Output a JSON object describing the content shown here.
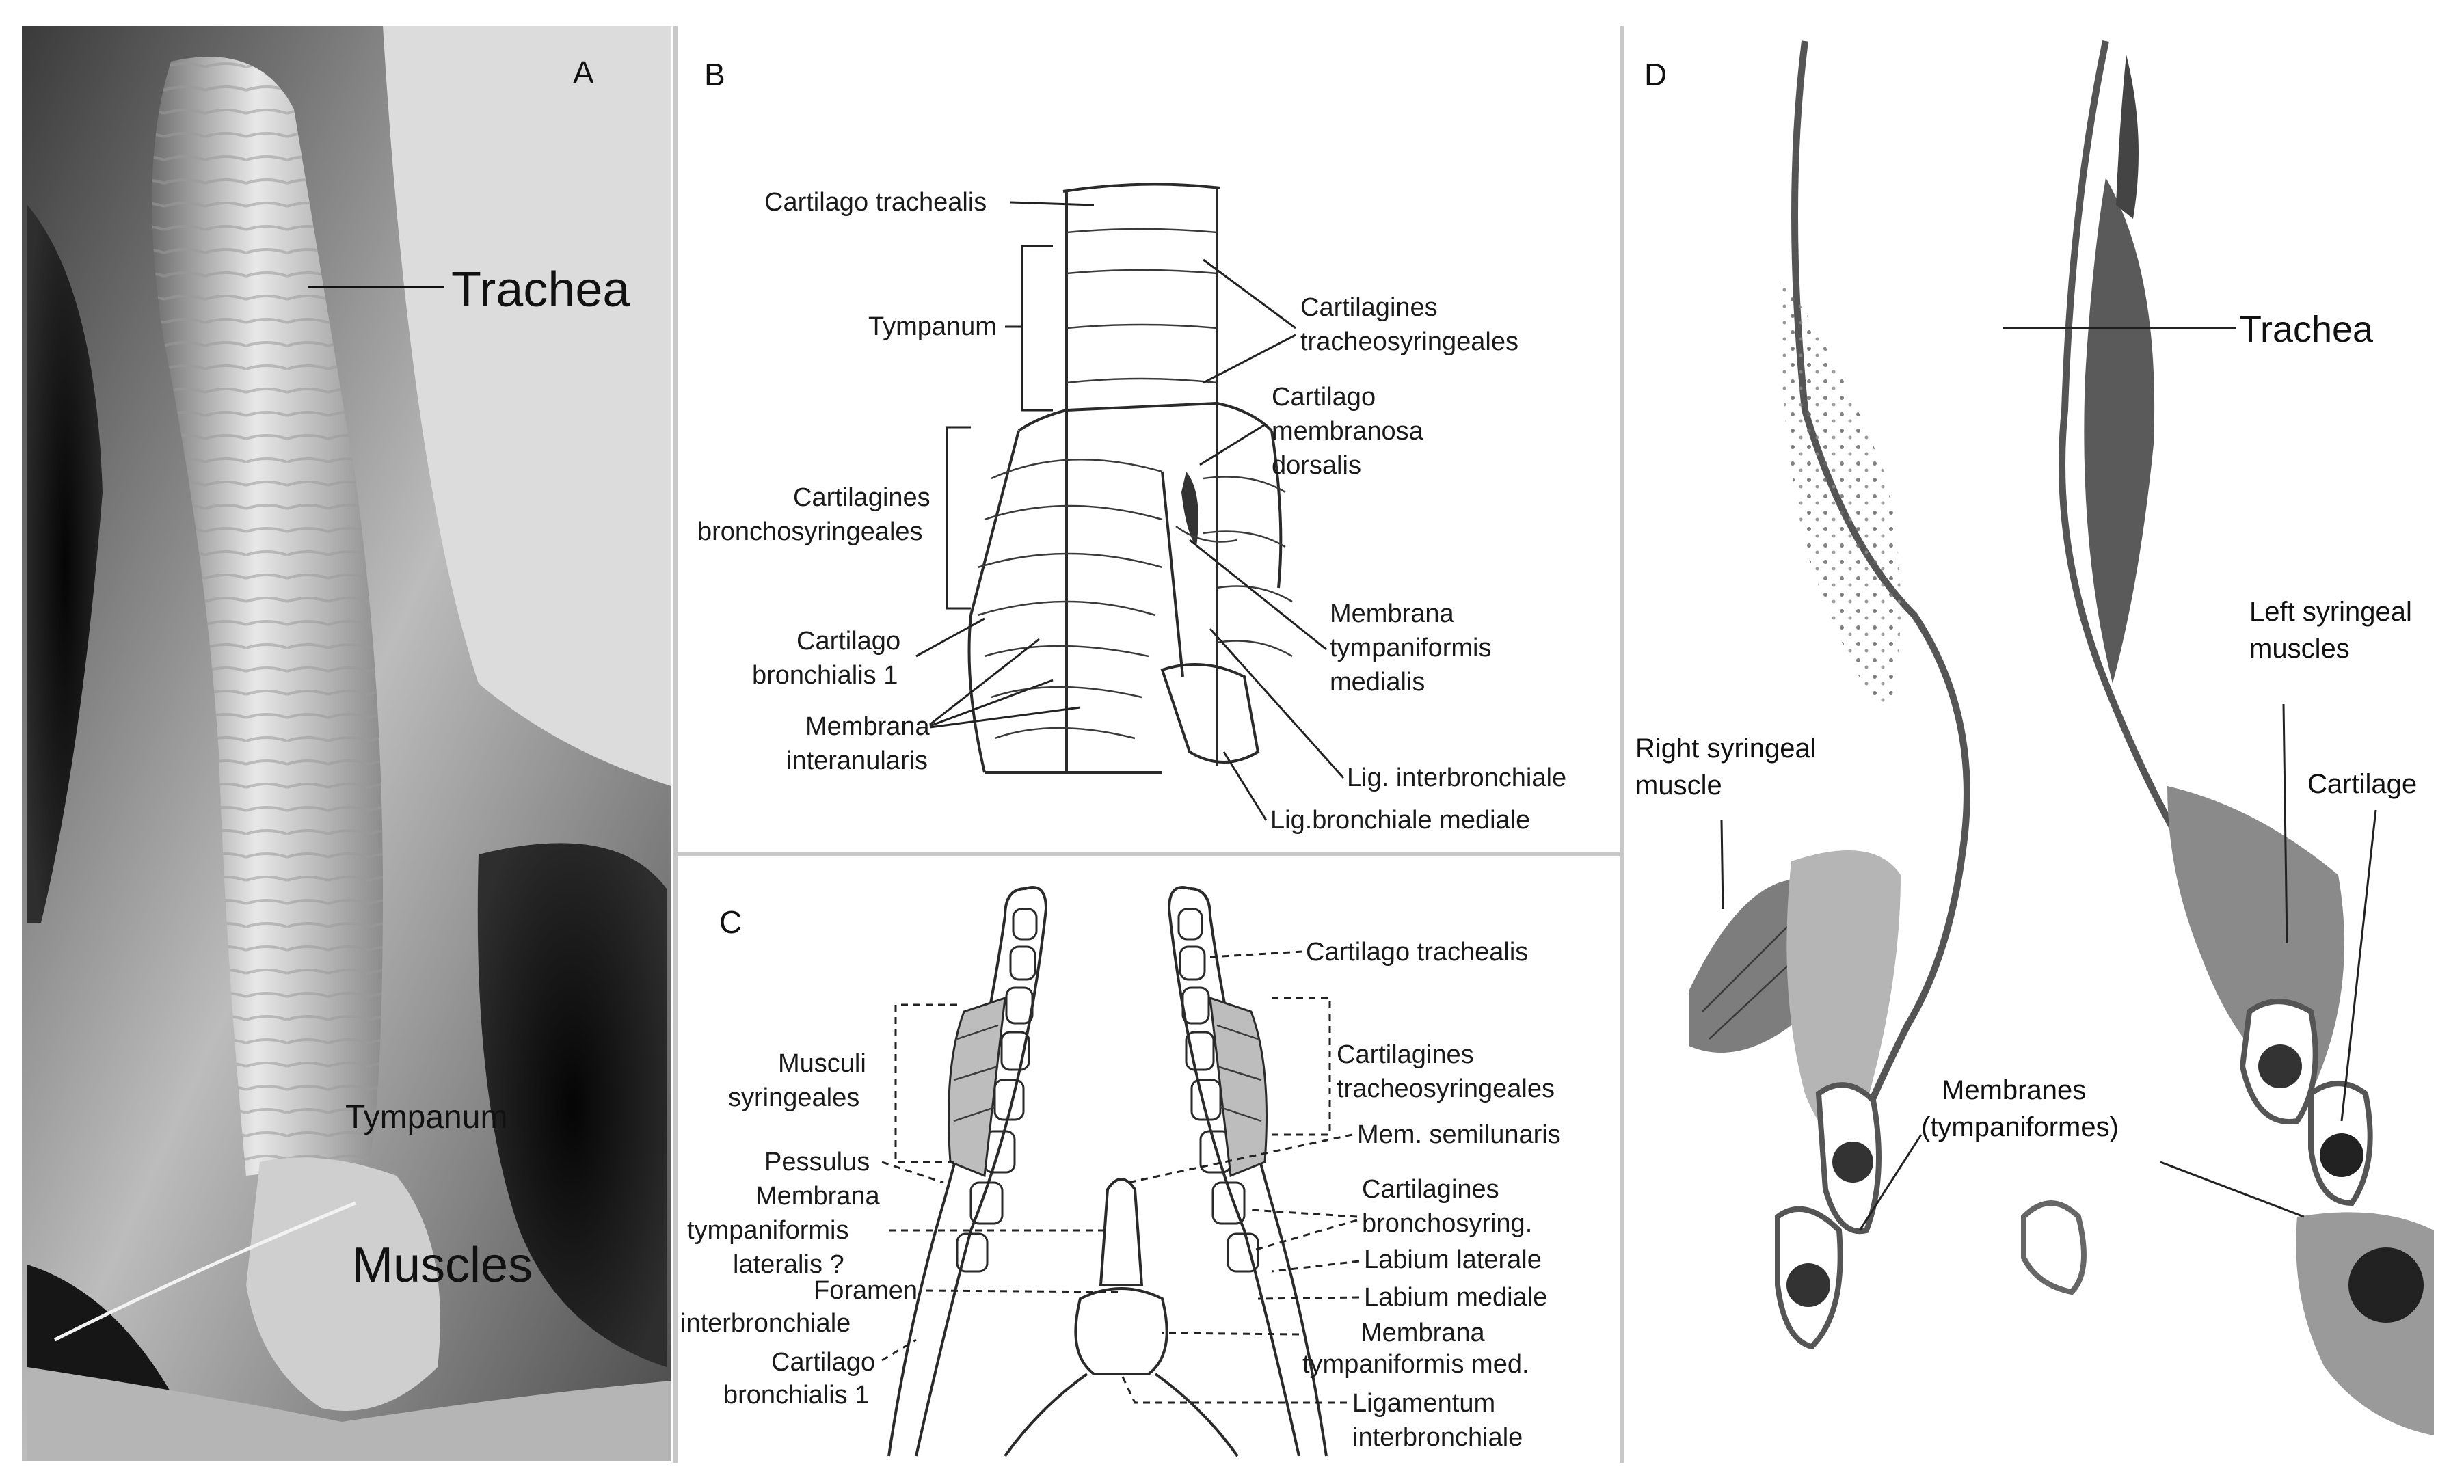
{
  "panels": {
    "a": {
      "letter": "A",
      "labels": {
        "trachea": "Trachea",
        "tympanum": "Tympanum",
        "muscles": "Muscles"
      }
    },
    "b": {
      "letter": "B",
      "labels": {
        "cartilago_trachealis": "Cartilago trachealis",
        "tympanum": "Tympanum",
        "cartilagines_tracheo_1": "Cartilagines",
        "cartilagines_tracheo_2": "tracheosyringeales",
        "cartilago_membranosa_1": "Cartilago",
        "cartilago_membranosa_2": "membranosa",
        "cartilago_membranosa_3": "dorsalis",
        "cartilagines_broncho_1": "Cartilagines",
        "cartilagines_broncho_2": "bronchosyringeales",
        "cartilago_bronchialis_1": "Cartilago",
        "cartilago_bronchialis_2": "bronchialis 1",
        "membrana_tymp_medialis_1": "Membrana",
        "membrana_tymp_medialis_2": "tympaniformis",
        "membrana_tymp_medialis_3": "medialis",
        "membrana_interanularis_1": "Membrana",
        "membrana_interanularis_2": "interanularis",
        "lig_interbronchiale": "Lig. interbronchiale",
        "lig_bronchiale_mediale": "Lig.bronchiale mediale"
      }
    },
    "c": {
      "letter": "C",
      "labels": {
        "cartilago_trachealis": "Cartilago trachealis",
        "musculi_1": "Musculi",
        "musculi_2": "syringeales",
        "cartilagines_tracheo_1": "Cartilagines",
        "cartilagines_tracheo_2": "tracheosyringeales",
        "mem_semilunaris": "Mem. semilunaris",
        "pessulus": "Pessulus",
        "membrana_tymp_lat_1": "Membrana",
        "membrana_tymp_lat_2": "tympaniformis",
        "membrana_tymp_lat_3": "lateralis ?",
        "cartilagines_bronchosyring_1": "Cartilagines",
        "cartilagines_bronchosyring_2": "bronchosyring.",
        "labium_laterale": "Labium laterale",
        "labium_mediale": "Labium mediale",
        "foramen_1": "Foramen",
        "foramen_2": "interbronchiale",
        "membrana_tymp_med_1": "Membrana",
        "membrana_tymp_med_2": "tympaniformis med.",
        "cartilago_bronchialis_1": "Cartilago",
        "cartilago_bronchialis_2": "bronchialis 1",
        "ligamentum_1": "Ligamentum",
        "ligamentum_2": "interbronchiale"
      }
    },
    "d": {
      "letter": "D",
      "labels": {
        "trachea": "Trachea",
        "left_syringeal_1": "Left syringeal",
        "left_syringeal_2": "muscles",
        "right_syringeal_1": "Right syringeal",
        "right_syringeal_2": "muscle",
        "cartilage": "Cartilage",
        "membranes_1": "Membranes",
        "membranes_2": "(tympaniformes)"
      }
    }
  },
  "colors": {
    "photo_dark": "#1c1c1c",
    "photo_mid": "#8a8a8a",
    "photo_light": "#e6e6e6",
    "histology_tissue": "#7d7d7d",
    "line_art": "#2a2a2a",
    "divider": "#c8c8c8"
  }
}
